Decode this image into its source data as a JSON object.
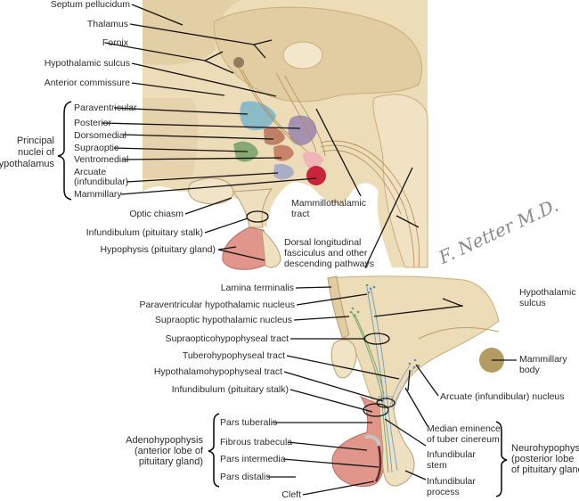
{
  "figure": {
    "signature": "F. Netter M.D."
  },
  "upper_panel": {
    "labels": [
      "Septum pellucidum",
      "Thalamus",
      "Fornix",
      "Hypothalamic sulcus",
      "Anterior commissure"
    ],
    "nuclei_group": {
      "title_lines": [
        "Principal",
        "nuclei of",
        "hypothalamus"
      ],
      "items": [
        "Paraventricular",
        "Posterior",
        "Dorsomedial",
        "Supraoptic",
        "Ventromedial",
        "Arcuate",
        "(infundibular)",
        "Mammillary"
      ]
    },
    "lower_labels": [
      "Optic chiasm",
      "Infundibulum (pituitary stalk)",
      "Hypophysis (pituitary gland)"
    ],
    "right_labels": {
      "mammillothalamic": [
        "Mammillothalamic",
        "tract"
      ],
      "dorsal": [
        "Dorsal longitudinal",
        "fasciculus and other",
        "descending pathways"
      ]
    },
    "colors": {
      "tissue": "#efe1c0",
      "tissue_dark": "#d9c59a",
      "paraventricular": "#7fb7c9",
      "posterior": "#9c88b0",
      "dorsomedial": "#b9755e",
      "supraoptic": "#7aa36b",
      "ventromedial": "#c2795f",
      "arcuate": "#9aa6c8",
      "mammillary": "#c8243c",
      "pituitary": "#e39a92"
    }
  },
  "lower_panel": {
    "left_labels": [
      "Lamina terminalis",
      "Paraventricular hypothalamic nucleus",
      "Supraoptic hypothalamic nucleus",
      "Supraopticohypophyseal tract",
      "Tuberohypophyseal tract",
      "Hypothalamohypophyseal tract",
      "Infundibulum (pituitary stalk)"
    ],
    "adeno_group": {
      "title_lines": [
        "Adenohypophysis",
        "(anterior lobe of",
        "pituitary gland)"
      ],
      "items": [
        "Pars tuberalis",
        "Fibrous trabecula",
        "Pars intermedia",
        "Pars distalis"
      ]
    },
    "cleft_label": "Cleft",
    "right_labels": {
      "hypothalamic_sulcus": [
        "Hypothalamic",
        "sulcus"
      ],
      "mammillary_body": [
        "Mammillary",
        "body"
      ],
      "arcuate": "Arcuate (infundibular) nucleus"
    },
    "neuro_group": {
      "title_lines": [
        "Neurohypophysis",
        "(posterior lobe",
        "of pituitary gland)"
      ],
      "items": [
        [
          "Median eminence",
          "of tuber cinereum"
        ],
        [
          "Infundibular",
          "stem"
        ],
        [
          "Infundibular",
          "process"
        ]
      ]
    }
  }
}
